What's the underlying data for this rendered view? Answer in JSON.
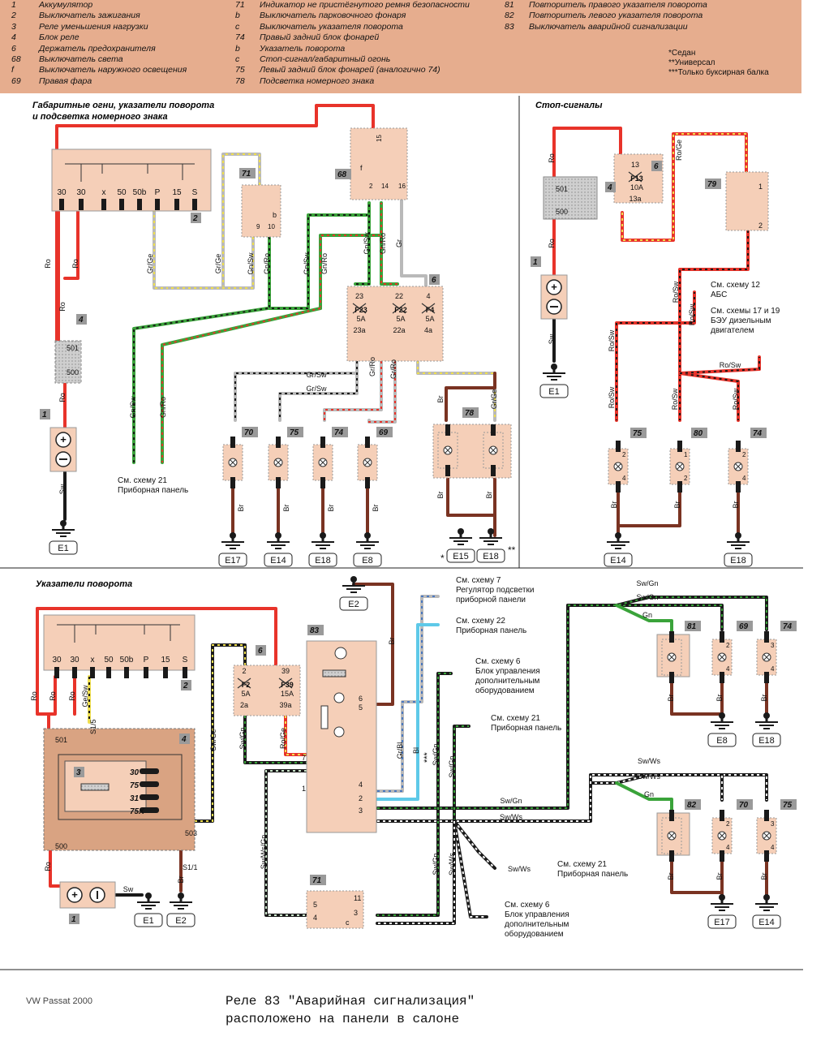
{
  "legend": {
    "col1": [
      {
        "n": "1",
        "t": "Аккумулятор"
      },
      {
        "n": "2",
        "t": "Выключатель зажигания"
      },
      {
        "n": "3",
        "t": "Реле уменьшения нагрузки"
      },
      {
        "n": "4",
        "t": "Блок реле"
      },
      {
        "n": "6",
        "t": "Держатель предохранителя"
      },
      {
        "n": "68",
        "t": "Выключатель света"
      },
      {
        "n": "f",
        "t": "Выключатель наружного освещения"
      },
      {
        "n": "69",
        "t": "Правая фара"
      }
    ],
    "col2": [
      {
        "n": "71",
        "t": "Индикатор не пристёгнутого ремня безопасности"
      },
      {
        "n": "b",
        "t": "Выключатель парковочного фонаря"
      },
      {
        "n": "c",
        "t": "Выключатель указателя поворота"
      },
      {
        "n": "74",
        "t": "Правый задний блок фонарей"
      },
      {
        "n": "b",
        "t": "Указатель поворота"
      },
      {
        "n": "c",
        "t": "Стоп-сигнал/габаритный огонь"
      },
      {
        "n": "75",
        "t": "Левый задний блок фонарей (аналогично 74)"
      },
      {
        "n": "78",
        "t": "Подсветка номерного знака"
      }
    ],
    "col3": [
      {
        "n": "81",
        "t": "Повторитель правого указателя поворота"
      },
      {
        "n": "82",
        "t": "Повторитель левого указателя поворота"
      },
      {
        "n": "83",
        "t": "Выключатель аварийной сигнализации"
      }
    ],
    "notes": [
      "*Седан",
      "**Универсал",
      "***Только буксирная балка"
    ]
  },
  "sections": {
    "parking": "Габаритные огни, указатели поворота\nи подсветка номерного знака",
    "stop": "Стоп-сигналы",
    "turn": "Указатели поворота"
  },
  "refs": {
    "scheme21_panel": "См. схему 21\nПриборная панель",
    "scheme12_abs": "См. схему 12\nАБС",
    "scheme17_19": "См. схемы 17 и 19\nБЭУ дизельным\nдвигателем",
    "scheme7": "См. схему 7\nРегулятор подсветки\nприборной панели",
    "scheme22": "См. схему 22\nПриборная панель",
    "scheme6_top": "См. схему 6\nБлок управления\nдополнительным\nоборудованием",
    "scheme21_b": "См. схему 21\nПриборная панель",
    "scheme21_c": "См. схему 21\nПриборная панель",
    "scheme6_bot": "См. схему 6\nБлок управления\nдополнительным\nоборудованием"
  },
  "fuses": {
    "f23": {
      "name": "F23",
      "amp": "5A",
      "in": "23",
      "out": "23a"
    },
    "f22": {
      "name": "F22",
      "amp": "5A",
      "in": "22",
      "out": "22a"
    },
    "f4": {
      "name": "F4",
      "amp": "5A",
      "in": "4",
      "out": "4a"
    },
    "f13": {
      "name": "F13",
      "amp": "10A",
      "in": "13",
      "out": "13a"
    },
    "f2": {
      "name": "F2",
      "amp": "5A",
      "in": "2",
      "out": "2a"
    },
    "f39": {
      "name": "F39",
      "amp": "15A",
      "in": "39",
      "out": "39a"
    }
  },
  "grounds": {
    "g1": "E1",
    "g17": "E17",
    "g14": "E14",
    "g18": "E18",
    "g8": "E8",
    "g15": "E15",
    "g18b": "E18",
    "s1": "E1",
    "s14": "E14",
    "s18": "E18",
    "t2": "E2",
    "t8": "E8",
    "t18": "E18",
    "t17": "E17",
    "t14": "E14",
    "t1": "E1",
    "t2b": "E2"
  },
  "wires": {
    "ro": "Ro",
    "sw": "Sw",
    "gr_ge": "Gr/Ge",
    "gn_sw": "Gn/Sw",
    "gn_ro": "Gn/Ro",
    "gr": "Gr",
    "gr_sw": "Gr/Sw",
    "gr_ro": "Gr/Ro",
    "br": "Br",
    "ro_ge": "Ro/Ge",
    "ro_sw": "Ro/Sw",
    "sw_gn": "Sw/Gn",
    "gn": "Gn",
    "sw_ws": "Sw/Ws",
    "ge_sw": "Ge/Sw",
    "sw_ge": "Sw/Ge",
    "gr_bl": "Gr/Bl",
    "bl": "Bl",
    "sw_ws_gn": "Sw/Ws/Gn"
  },
  "ignition_pins": [
    "30",
    "30",
    "x",
    "50",
    "50b",
    "P",
    "15",
    "S"
  ],
  "footer": {
    "brand": "VW Passat 2000",
    "note_line1": "Реле 83 \"Аварийная сигнализация\"",
    "note_line2": "расположено на панели в салоне"
  },
  "colors": {
    "panel": "#f5cfb8",
    "legend_bg": "#e6ad8e",
    "relay_block": "#d9a382",
    "grey_box": "#c9c9c9",
    "ro": "#e8332a",
    "green": "#3aa33a",
    "grey": "#b9b9b9",
    "blue": "#5ec9e8",
    "brown": "#7a3322",
    "black": "#1a1a1a",
    "yellow": "#f0e050"
  }
}
